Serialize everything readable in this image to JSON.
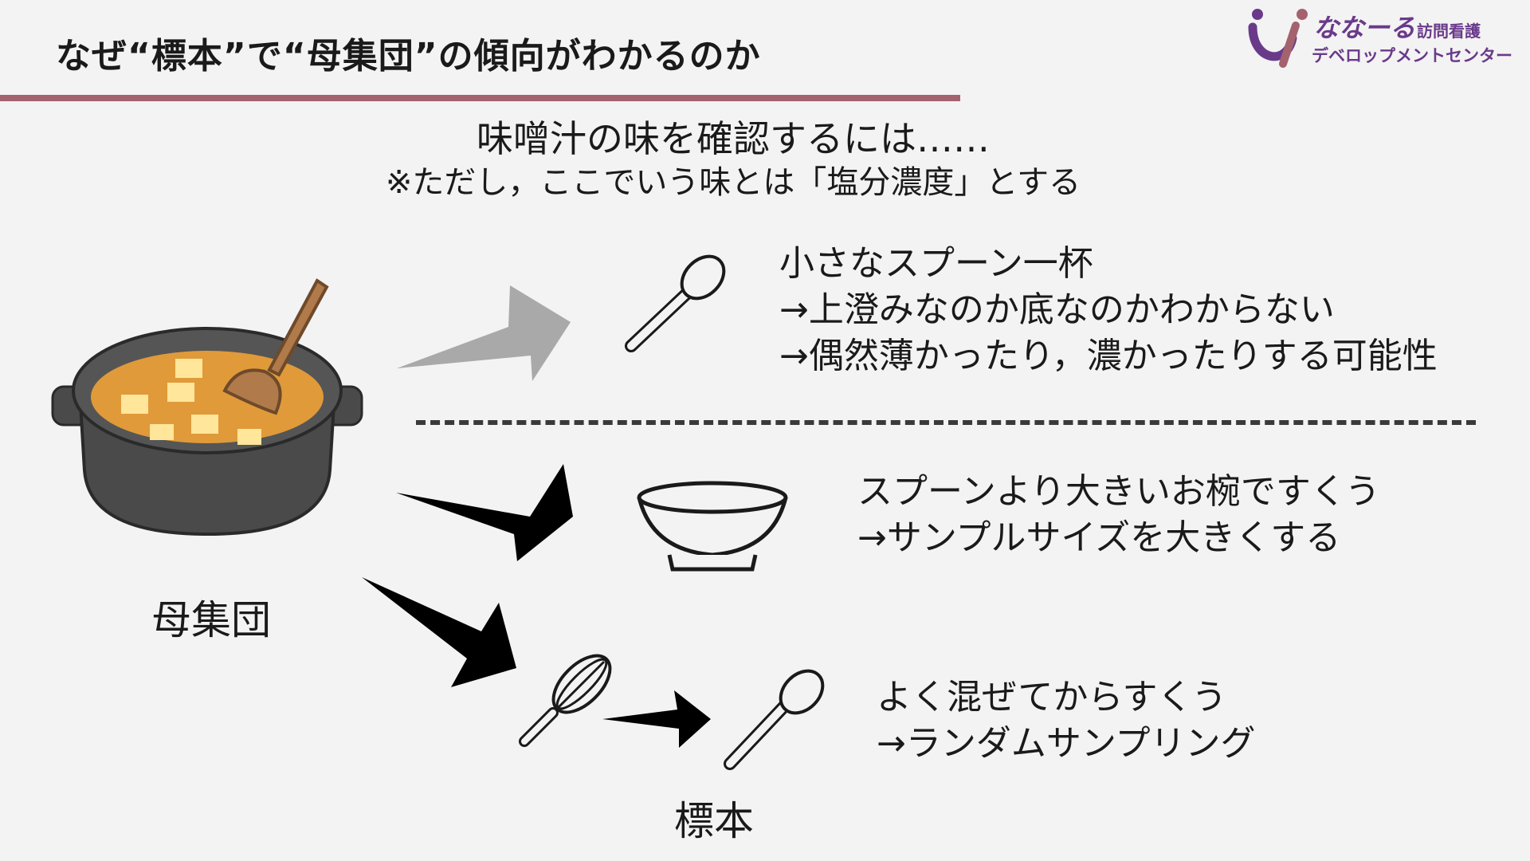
{
  "header": {
    "title": "なぜ“標本”で“母集団”の傾向がわかるのか"
  },
  "logo": {
    "name_main": "ななーる",
    "name_sub": "訪問看護",
    "subtitle": "デベロップメントセンター"
  },
  "intro": {
    "question": "味噌汁の味を確認するには……",
    "note": "※ただし，ここでいう味とは「塩分濃度」とする"
  },
  "population_label": "母集団",
  "sample_label": "標本",
  "cases": [
    {
      "lines": [
        "小さなスプーン一杯",
        "→上澄みなのか底なのかわからない",
        "→偶然薄かったり，濃かったりする可能性"
      ]
    },
    {
      "lines": [
        "スプーンより大きいお椀ですくう",
        "→サンプルサイズを大きくする"
      ]
    },
    {
      "lines": [
        "よく混ぜてからすくう",
        "→ランダムサンプリング"
      ]
    }
  ],
  "colors": {
    "accent_rule": "#a4626e",
    "logo_purple": "#6a3a8a",
    "arrow_gray": "#a9a9a9",
    "arrow_black": "#000000",
    "pot": "#4a4a4a",
    "soup": "#e09a3a"
  },
  "icons": [
    "pot-icon",
    "spoon-icon",
    "bowl-icon",
    "whisk-icon",
    "arrow-icon"
  ]
}
